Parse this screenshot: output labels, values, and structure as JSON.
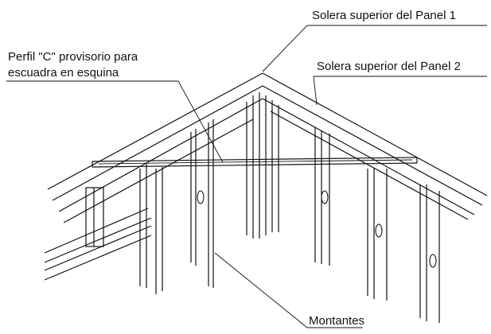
{
  "labels": {
    "panel1_top_plate": "Solera superior del Panel 1",
    "panel2_top_plate": "Solera superior del Panel 2",
    "c_profile_line1": "Perfil \"C\" provisorio para",
    "c_profile_line2": "escuadra en esquina",
    "studs": "Montantes"
  },
  "colors": {
    "line": "#111111",
    "background": "#ffffff"
  }
}
